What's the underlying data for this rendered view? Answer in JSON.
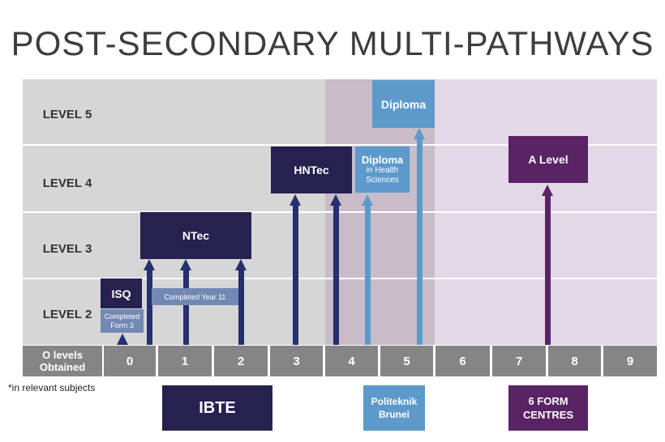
{
  "title": "POST-SECONDARY MULTI-PATHWAYS",
  "levels": [
    "LEVEL 5",
    "LEVEL 4",
    "LEVEL 3",
    "LEVEL 2"
  ],
  "axis": {
    "first_line1": "O levels",
    "first_line2": "Obtained",
    "numbers": [
      "0",
      "1",
      "2",
      "3",
      "4",
      "5",
      "6",
      "7",
      "8",
      "9"
    ]
  },
  "note": "*in relevant subjects",
  "boxes": {
    "diploma": "Diploma",
    "diploma_health": "Diploma",
    "diploma_health_sub1": "in Health",
    "diploma_health_sub2": "Sciences",
    "hntec": "HNTec",
    "a_level": "A Level",
    "ntec": "NTec",
    "isq": "ISQ",
    "completed_form3_line1": "Completed",
    "completed_form3_line2": "Form 3",
    "completed_year11": "Completed Year 11"
  },
  "institutions": {
    "ibte": "IBTE",
    "politeknik_line1": "Politeknik",
    "politeknik_line2": "Brunei",
    "sixform_line1": "6 FORM",
    "sixform_line2": "CENTRES"
  },
  "colors": {
    "navy": "#25224f",
    "arrow_navy": "#26306f",
    "light_blue": "#5d9acb",
    "purple": "#5a2365",
    "axis_grey": "#858585",
    "band_grey": "#d6d6d6",
    "band_mauve": "#c8bcc9",
    "band_lilac": "#e3d8e7"
  }
}
